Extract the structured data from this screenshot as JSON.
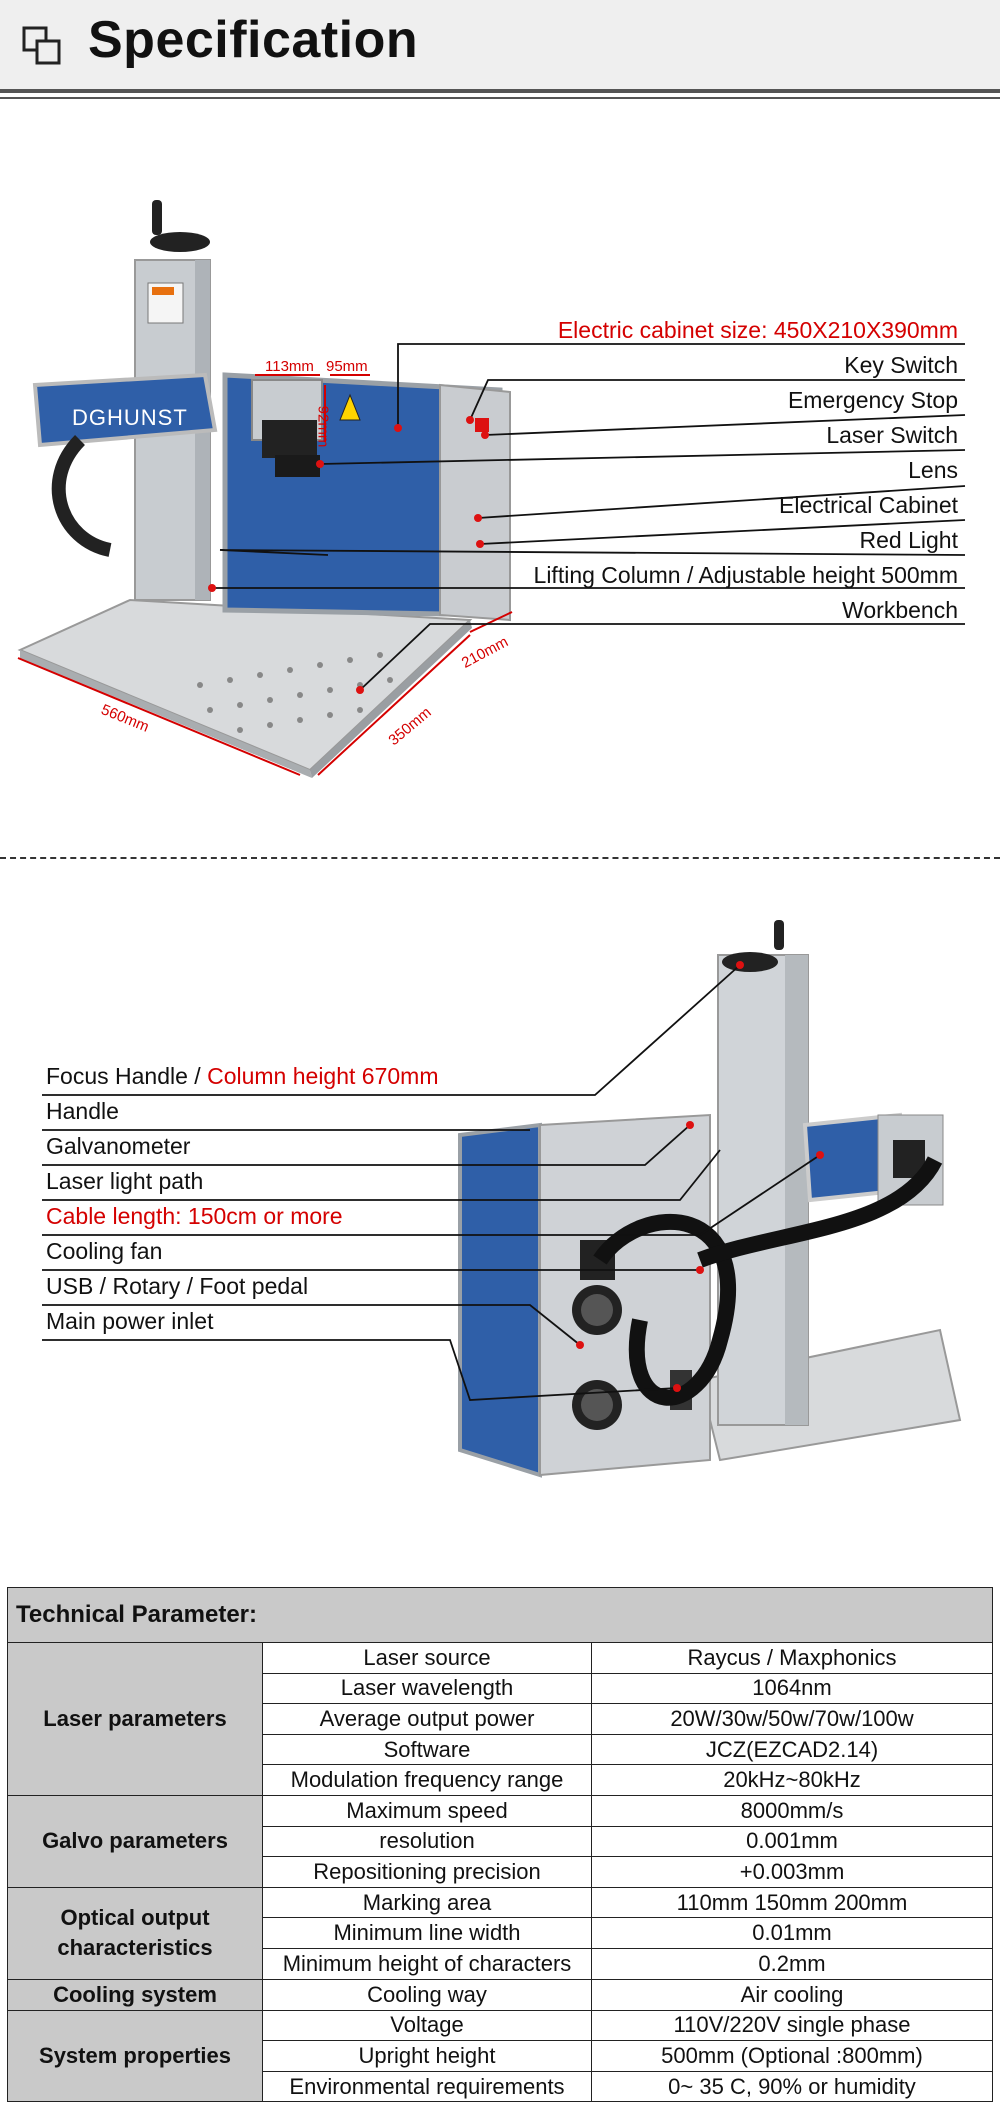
{
  "header": {
    "title": "Specification",
    "icon": "layers-icon"
  },
  "figure1": {
    "brand": "DGHUNST",
    "cabinet_size": "Electric cabinet size: 450X210X390mm",
    "callouts": [
      "Key Switch",
      "Emergency Stop",
      "Laser Switch",
      "Lens",
      "Electrical Cabinet",
      "Red Light",
      "Lifting Column /  Adjustable height 500mm",
      "Workbench"
    ],
    "dims": {
      "d113": "113mm",
      "d95": "95mm",
      "d92": "92mm",
      "d560": "560mm",
      "d350": "350mm",
      "d210": "210mm"
    }
  },
  "figure2": {
    "focus_handle": "Focus Handle / ",
    "column_height": "Column height 670mm",
    "callouts": [
      "Handle",
      "Galvanometer",
      "Laser light path"
    ],
    "cable_length": "Cable length: 150cm or more",
    "callouts2": [
      "Cooling fan",
      "USB / Rotary / Foot pedal",
      "Main power inlet"
    ]
  },
  "table": {
    "title": "Technical Parameter:",
    "groups": [
      {
        "name": "Laser parameters",
        "rows": [
          [
            "Laser source",
            "Raycus / Maxphonics"
          ],
          [
            "Laser wavelength",
            "1064nm"
          ],
          [
            "Average output power",
            "20W/30w/50w/70w/100w"
          ],
          [
            "Software",
            "JCZ(EZCAD2.14)"
          ],
          [
            "Modulation frequency range",
            "20kHz~80kHz"
          ]
        ]
      },
      {
        "name": "Galvo parameters",
        "rows": [
          [
            "Maximum speed",
            "8000mm/s"
          ],
          [
            "resolution",
            "0.001mm"
          ],
          [
            "Repositioning precision",
            "+0.003mm"
          ]
        ]
      },
      {
        "name": "Optical output characteristics",
        "rows": [
          [
            "Marking area",
            "110mm 150mm 200mm"
          ],
          [
            "Minimum line width",
            "0.01mm"
          ],
          [
            "Minimum height of characters",
            "0.2mm"
          ]
        ]
      },
      {
        "name": "Cooling system",
        "rows": [
          [
            "Cooling way",
            "Air cooling"
          ]
        ]
      },
      {
        "name": "System properties",
        "rows": [
          [
            "Voltage",
            "110V/220V single phase"
          ],
          [
            "Upright height",
            "500mm (Optional :800mm)"
          ],
          [
            "Environmental requirements",
            "0~ 35 C, 90% or humidity"
          ]
        ]
      }
    ]
  }
}
